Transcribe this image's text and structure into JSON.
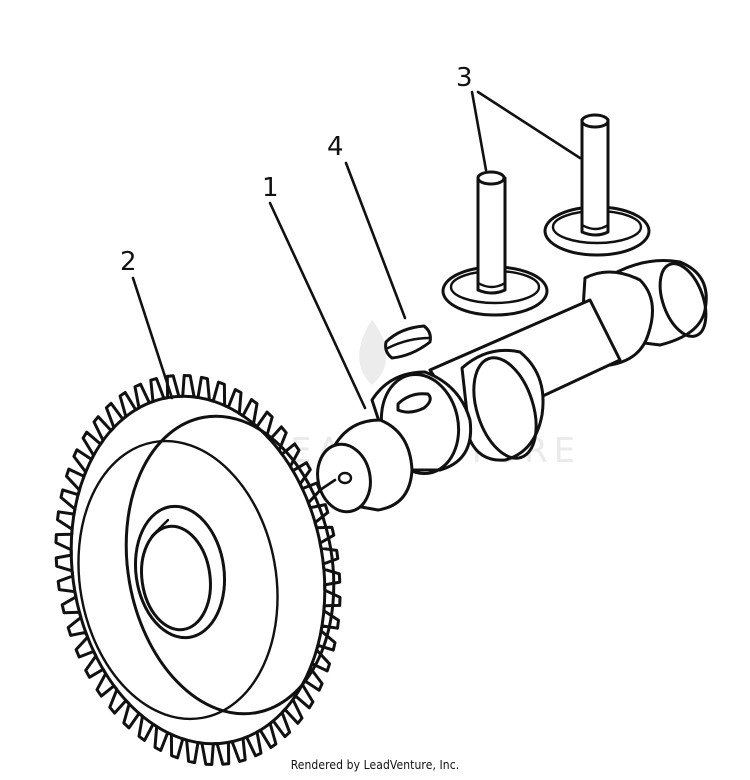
{
  "diagram": {
    "callouts": [
      {
        "id": "camshaft",
        "label": "1"
      },
      {
        "id": "cam-gear",
        "label": "2"
      },
      {
        "id": "valve-tappets",
        "label": "3"
      },
      {
        "id": "key",
        "label": "4"
      }
    ],
    "watermark": "LEADVENTURE"
  },
  "footer": {
    "credit": "Rendered by LeadVenture, Inc."
  }
}
